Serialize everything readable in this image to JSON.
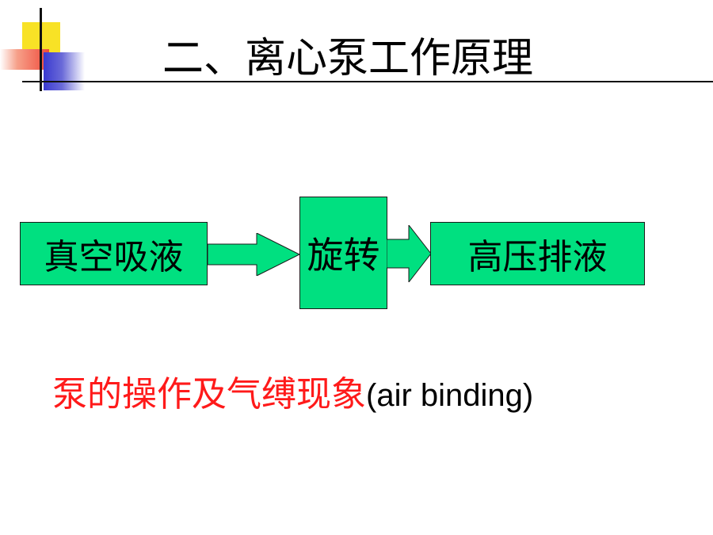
{
  "slide": {
    "title": "二、离心泵工作原理",
    "flow": {
      "step1": "真空吸液",
      "step2": "旋转",
      "step3": "高压排液"
    },
    "note_cn": "泵的操作及气缚现象",
    "note_en": "(air binding)"
  },
  "colors": {
    "box_fill": "#00e080",
    "note_red": "#ff1a1a",
    "accent_yellow": "#f8e226",
    "accent_red": "#f04a3a",
    "accent_blue": "#3a3ad0"
  }
}
